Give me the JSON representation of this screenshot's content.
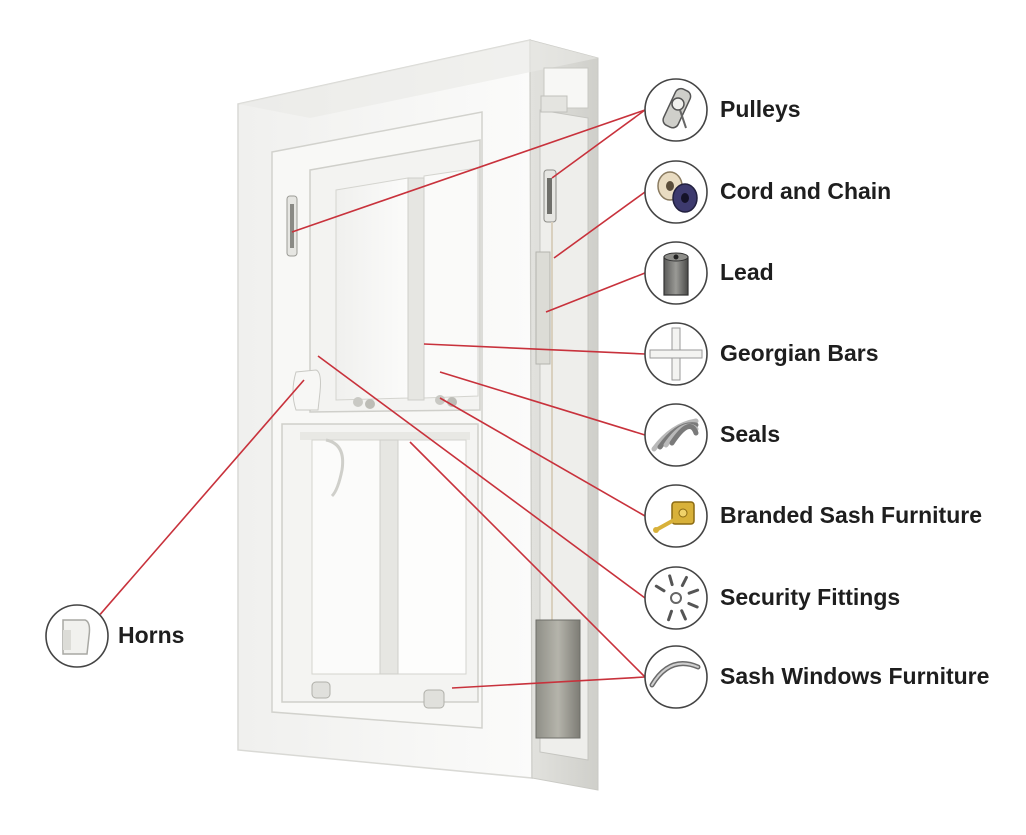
{
  "diagram": {
    "parts": [
      {
        "id": "pulleys",
        "label": "Pulleys",
        "icon": "pulley-icon"
      },
      {
        "id": "cord-and-chain",
        "label": "Cord and Chain",
        "icon": "cord-spools-icon"
      },
      {
        "id": "lead",
        "label": "Lead",
        "icon": "lead-weight-icon"
      },
      {
        "id": "georgian-bars",
        "label": "Georgian Bars",
        "icon": "georgian-bars-icon"
      },
      {
        "id": "seals",
        "label": "Seals",
        "icon": "seals-icon"
      },
      {
        "id": "branded-sash-furniture",
        "label": "Branded Sash Furniture",
        "icon": "sash-lock-icon"
      },
      {
        "id": "security-fittings",
        "label": "Security Fittings",
        "icon": "security-fittings-icon"
      },
      {
        "id": "sash-windows-furniture",
        "label": "Sash Windows Furniture",
        "icon": "sash-handle-icon"
      },
      {
        "id": "horns",
        "label": "Horns",
        "icon": "horn-icon"
      }
    ],
    "colors": {
      "leader_line": "#c8323c",
      "icon_border": "#444444",
      "frame": "#f5f5f3",
      "frame_shadow": "#d8d8d4",
      "glass": "#ffffff"
    }
  }
}
